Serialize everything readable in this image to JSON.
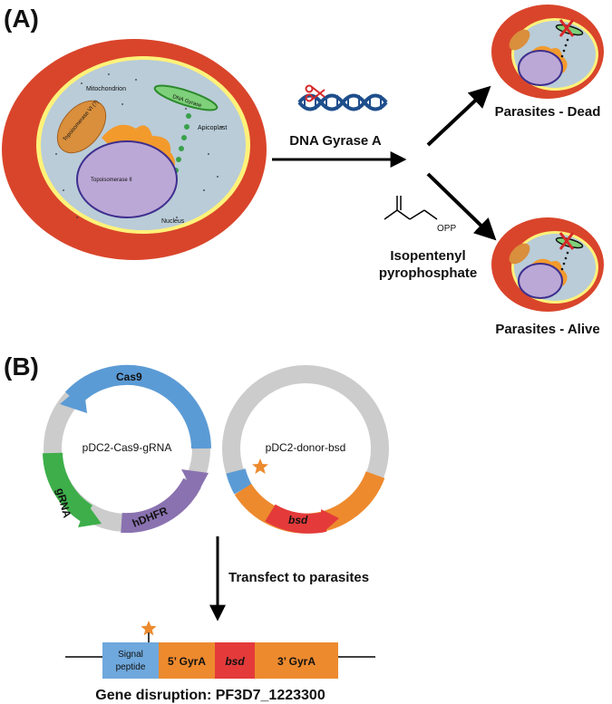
{
  "panel_a": {
    "label": "(A)",
    "cell": {
      "mitochondrion": "Mitochondrion",
      "topoisomerase_vi": "Topoisomerase VI (?)",
      "dna_gyrase": "DNA Gyrase",
      "apicoplast": "Apicoplast",
      "topoisomerase_ii": "Topoisomerase II",
      "nucleus": "Nucleus"
    },
    "treatment": "DNA Gyrase A",
    "rescue_compound": "Isopentenyl pyrophosphate",
    "rescue_line1": "Isopentenyl",
    "rescue_line2": "pyrophosphate",
    "opp": "OPP",
    "outcome_dead": "Parasites - Dead",
    "outcome_alive": "Parasites - Alive"
  },
  "panel_b": {
    "label": "(B)",
    "plasmid1": {
      "name": "pDC2-Cas9-gRNA",
      "segments": [
        "Cas9",
        "gRNA",
        "hDHFR"
      ]
    },
    "plasmid2": {
      "name": "pDC2-donor-bsd",
      "segments": [
        "bsd"
      ]
    },
    "step": "Transfect to parasites",
    "construct": {
      "signal_line1": "Signal",
      "signal_line2": "peptide",
      "gyra5": "5’ GyrA",
      "bsd": "bsd",
      "gyra3": "3’ GyrA"
    },
    "caption": "Gene disruption: PF3D7_1223300"
  },
  "colors": {
    "cas9": "#5B9BD5",
    "grna": "#3DAE49",
    "hdhfr": "#8A72B0",
    "backbone": "#CCCCCC",
    "orange": "#ED8A2E",
    "bsd_red": "#E43A3A",
    "signal_blue": "#6FA8DC",
    "host_cell": "#D9452B",
    "parasite": "#B9CCD8",
    "nucleus": "#BBA8D6"
  }
}
